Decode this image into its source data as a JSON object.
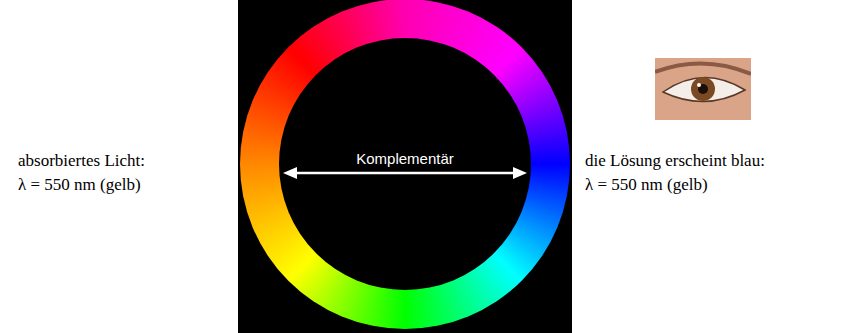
{
  "diagram": {
    "labels": [
      "absorbiertes Licht:",
      "λ = 550 nm (gelb)",
      "Komplementär",
      "die Lösung erscheint blau:",
      "λ = 550 nm (gelb)"
    ]
  }
}
